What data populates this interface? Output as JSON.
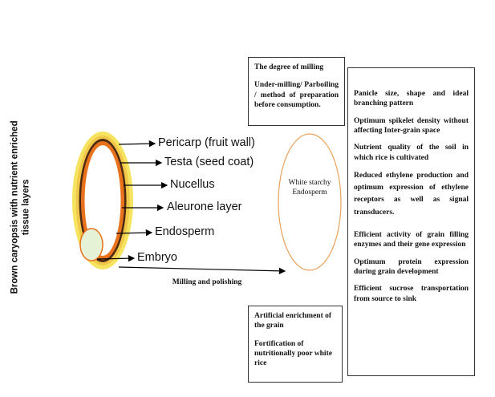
{
  "vertical_title": "Brown caryopsis with nutrient enriched tissue layers",
  "tissue_labels": [
    "Pericarp (fruit wall)",
    "Testa (seed coat)",
    "Nucellus",
    "Aleurone layer",
    "Endosperm",
    "Embryo"
  ],
  "white_endosperm_label": "White starchy Endosperm",
  "milling_label": "Milling and polishing",
  "milling_box": {
    "title": "The degree of milling",
    "body": "Under-milling/ Parboiling / method of preparation before consumption."
  },
  "enrichment_box": {
    "title": "Artificial enrichment of the grain",
    "body": "Fortification of nutritionally poor white rice"
  },
  "factors_box": {
    "items": [
      "Panicle size, shape and ideal branching pattern",
      "Optimum spikelet density without affecting Inter-grain space",
      "Nutrient quality of the soil in which rice is cultivated",
      "Reduced ethylene production and optimum expression of ethylene receptors as well as signal transducers.",
      "Efficient activity of grain filling enzymes and their gene expression",
      "Optimum protein expression during grain development",
      "Efficient sucrose transportation from source to sink"
    ]
  },
  "colors": {
    "pericarp_outer": "#f3e160",
    "testa": "#4a2a12",
    "nucellus": "#e8721c",
    "embryo_fill": "#e6f2d6",
    "white_grain_edge": "#e8a25a"
  }
}
